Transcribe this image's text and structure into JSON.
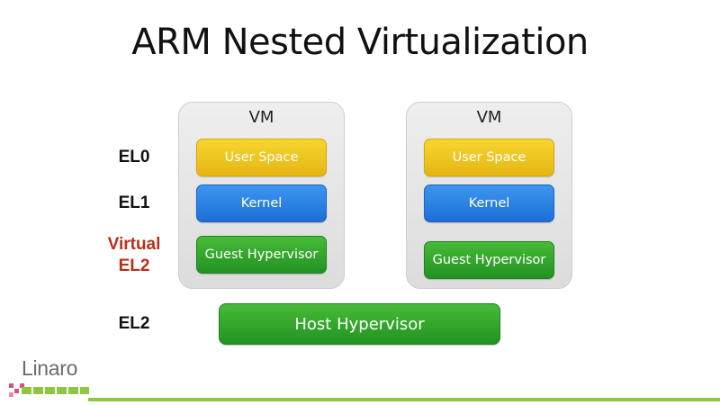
{
  "title": "ARM Nested Virtualization",
  "levels": {
    "el0": "EL0",
    "el1": "EL1",
    "virtual_el2_line1": "Virtual",
    "virtual_el2_line2": "EL2",
    "el2": "EL2"
  },
  "vms": [
    {
      "title": "VM",
      "user_space": "User Space",
      "kernel": "Kernel",
      "guest_hypervisor": "Guest Hypervisor"
    },
    {
      "title": "VM",
      "user_space": "User Space",
      "kernel": "Kernel",
      "guest_hypervisor": "Guest Hypervisor"
    }
  ],
  "host_hypervisor": "Host Hypervisor",
  "logo": {
    "text": "Linaro"
  },
  "colors": {
    "user_space": "#f0c520",
    "kernel": "#2b82e4",
    "hypervisor": "#33a82c",
    "virtual_label": "#b5311a",
    "accent_line": "#8ec63f"
  }
}
